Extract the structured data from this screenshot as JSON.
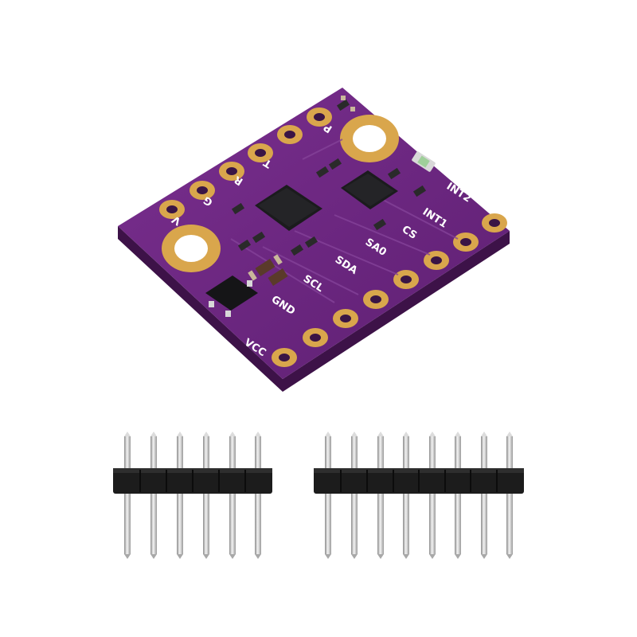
{
  "board": {
    "color": "#6b2580",
    "silkscreen_color": "#ffffff",
    "pad_color": "#d9a64c",
    "labels": {
      "vcc": "VCC",
      "gnd": "GND",
      "scl": "SCL",
      "sda": "SDA",
      "sa0": "SA0",
      "cs": "CS",
      "int1": "INT1",
      "int2": "INT2",
      "v": "V",
      "g": "G",
      "r": "R",
      "t": "T",
      "p": "P"
    }
  },
  "headers": {
    "left_pin_count": 6,
    "right_pin_count": 8
  }
}
